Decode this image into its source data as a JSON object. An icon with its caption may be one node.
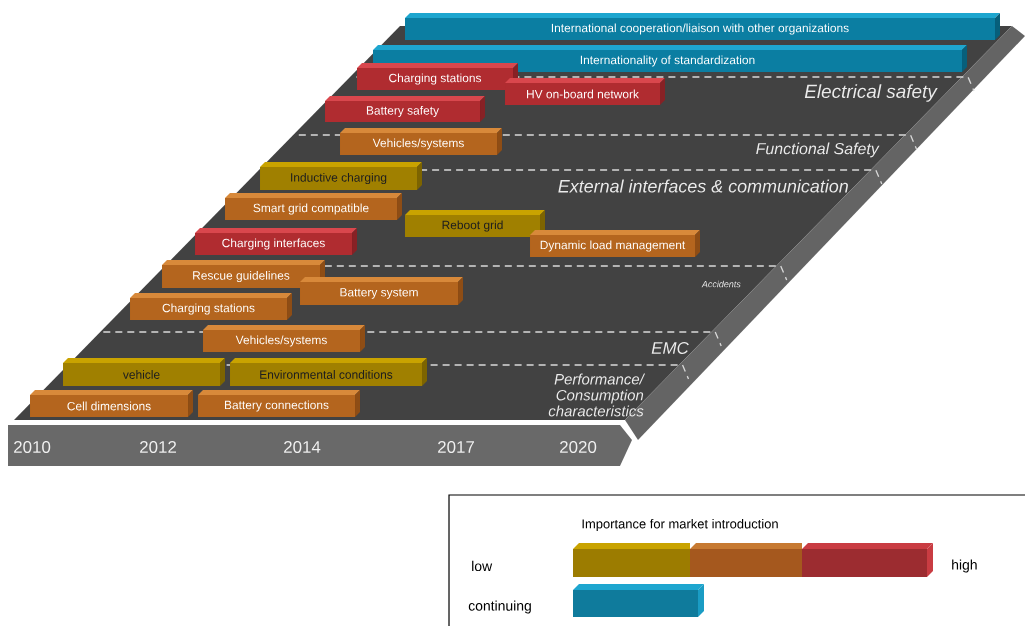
{
  "diagram": {
    "nodes": [
      {
        "text": [
          "International cooperation/liaison with other organizations"
        ]
      },
      {
        "text": [
          "Internationality of standardization"
        ]
      },
      {
        "text": [
          "Charging stations"
        ]
      },
      {
        "text": [
          "HV on-board network"
        ]
      },
      {
        "text": [
          "Battery safety"
        ]
      },
      {
        "text": [
          "Vehicles/systems"
        ]
      },
      {
        "text": [
          "Inductive charging"
        ]
      },
      {
        "text": [
          "Smart grid compatible"
        ]
      },
      {
        "text": [
          "Reboot grid"
        ]
      },
      {
        "text": [
          "Charging interfaces"
        ]
      },
      {
        "text": [
          "Dynamic load management"
        ]
      },
      {
        "text": [
          "Rescue guidelines"
        ]
      },
      {
        "text": [
          "Battery system"
        ]
      },
      {
        "text": [
          "Charging stations"
        ]
      },
      {
        "text": [
          "Vehicles/systems"
        ]
      },
      {
        "text": [
          "vehicle"
        ]
      },
      {
        "text": [
          "Environmental conditions"
        ]
      },
      {
        "text": [
          "Cell dimensions"
        ]
      },
      {
        "text": [
          "Battery connections"
        ]
      }
    ],
    "labels": [
      "Electrical safety",
      "Functional Safety",
      "External interfaces & communication",
      "Accidents",
      "EMC",
      "Performance/ Consumption characteristics",
      "2010",
      "2012",
      "2014",
      "2017",
      "2020",
      "Importance for market introduction"
    ],
    "legend": [
      {
        "text": "low",
        "color": "#9c7c00"
      },
      {
        "text": "high",
        "color": "#9c2c30"
      },
      {
        "text": "continuing",
        "color": "#0f7b9c"
      }
    ]
  }
}
